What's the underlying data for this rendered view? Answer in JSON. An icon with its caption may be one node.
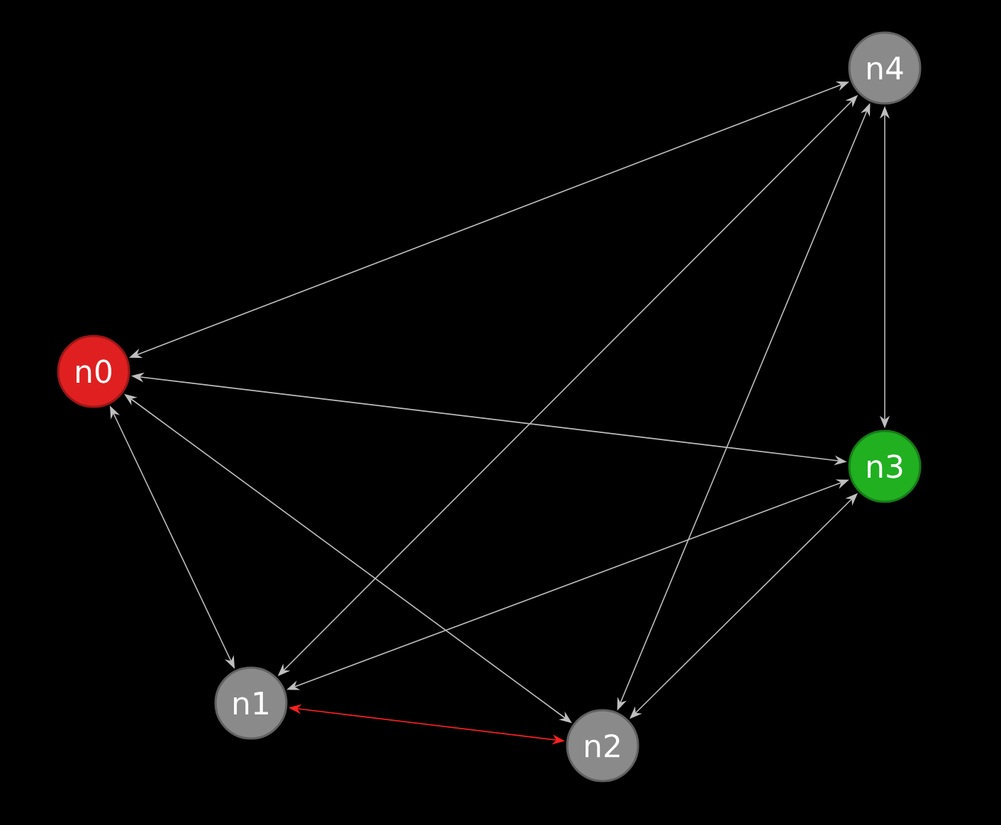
{
  "diagram": {
    "nodes": [
      {
        "text": [
          "n0"
        ]
      },
      {
        "text": [
          "n1"
        ]
      },
      {
        "text": [
          "n2"
        ]
      },
      {
        "text": [
          "n3"
        ]
      },
      {
        "text": [
          "n4"
        ]
      }
    ],
    "edges": [
      {
        "from": 0,
        "to": 4,
        "arrow": "both"
      },
      {
        "from": 0,
        "to": 3,
        "arrow": "both"
      },
      {
        "from": 0,
        "to": 1,
        "arrow": "both"
      },
      {
        "from": 0,
        "to": 2,
        "arrow": "both"
      },
      {
        "from": 1,
        "to": 4,
        "arrow": "both"
      },
      {
        "from": 1,
        "to": 3,
        "arrow": "both"
      },
      {
        "from": 1,
        "to": 2,
        "arrow": "both",
        "color": "#ff2020"
      },
      {
        "from": 2,
        "to": 4,
        "arrow": "both"
      },
      {
        "from": 2,
        "to": 3,
        "arrow": "both"
      },
      {
        "from": 3,
        "to": 4,
        "arrow": "both"
      }
    ]
  }
}
